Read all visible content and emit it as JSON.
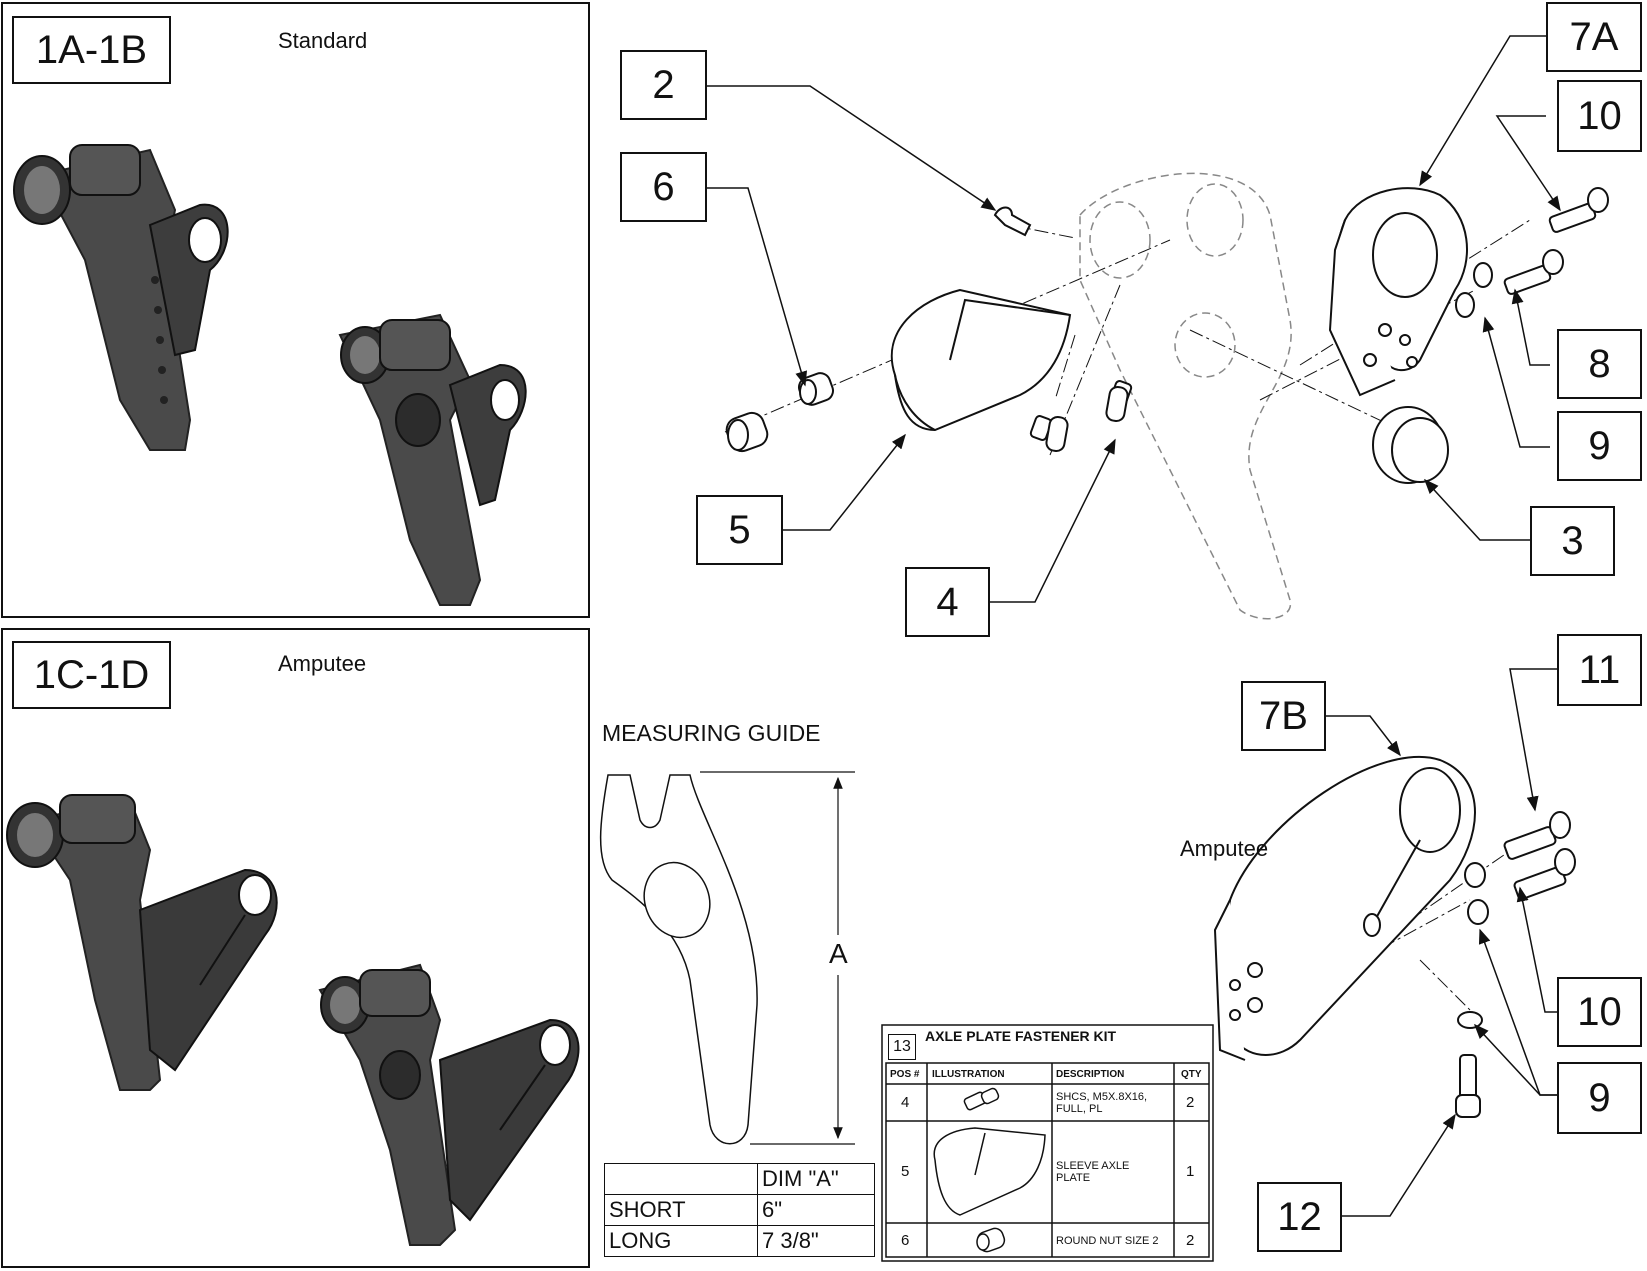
{
  "panels": {
    "standard": {
      "label": "1A-1B",
      "caption": "Standard"
    },
    "amputee": {
      "label": "1C-1D",
      "caption": "Amputee"
    }
  },
  "callouts": {
    "c2": "2",
    "c6": "6",
    "c5": "5",
    "c4": "4",
    "c7a": "7A",
    "c10a": "10",
    "c8": "8",
    "c9a": "9",
    "c3": "3",
    "c11": "11",
    "c7b": "7B",
    "c10b": "10",
    "c9b": "9",
    "c12": "12"
  },
  "amputee_note": "Amputee",
  "measuring_guide": {
    "title": "MEASURING GUIDE",
    "dim_label": "A",
    "table": {
      "header": [
        "",
        "DIM \"A\""
      ],
      "rows": [
        [
          "SHORT",
          "6\""
        ],
        [
          "LONG",
          "7 3/8\""
        ]
      ]
    }
  },
  "kit": {
    "number": "13",
    "title": "AXLE PLATE FASTENER KIT",
    "headers": [
      "POS #",
      "ILLUSTRATION",
      "DESCRIPTION",
      "QTY"
    ],
    "rows": [
      {
        "pos": "4",
        "line1": "SHCS, M5X.8X16,",
        "line2": "FULL, PL",
        "qty": "2"
      },
      {
        "pos": "5",
        "line1": "SLEEVE AXLE",
        "line2": "PLATE",
        "qty": "1"
      },
      {
        "pos": "6",
        "line1": "ROUND NUT SIZE 2",
        "line2": "",
        "qty": "2"
      }
    ]
  }
}
